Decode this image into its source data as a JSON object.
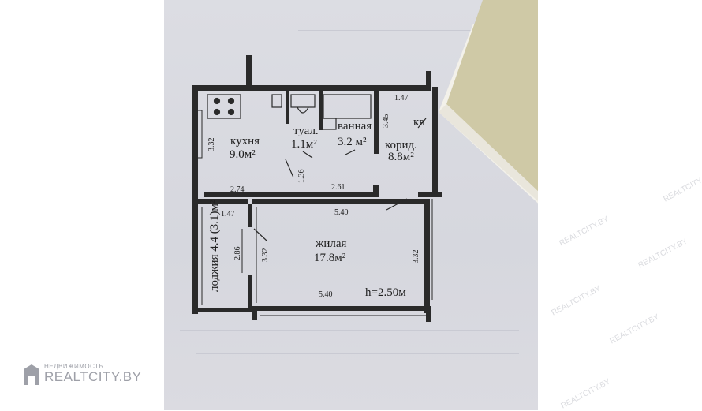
{
  "floor_plan": {
    "rooms": {
      "kitchen": {
        "name": "кухня",
        "area": "9.0м²"
      },
      "toilet": {
        "name": "туал.",
        "area": "1.1м²"
      },
      "bathroom": {
        "name": "ванная",
        "area": "3.2 м²"
      },
      "corridor": {
        "name": "корид.",
        "area": "8.8м²"
      },
      "closet": {
        "name": "кв"
      },
      "living": {
        "name": "жилая",
        "area": "17.8м²"
      },
      "loggia": {
        "label": "лоджия 4.4 (3.1)м²"
      }
    },
    "ceiling_height": "h=2.50м",
    "dimensions": {
      "kitchen_left": "3.32",
      "kitchen_door": "1.36",
      "kitchen_bottom": "2.74",
      "corridor_bottom": "2.61",
      "corridor_top": "1.47",
      "corridor_side": "3.45",
      "loggia_top": "1.47",
      "loggia_depth": "2.86",
      "living_top": "5.40",
      "living_left": "3.32",
      "living_right": "3.32",
      "living_bottom": "5.40"
    }
  },
  "watermark": {
    "small": "НЕДВИЖИМОСТЬ",
    "brand": "REALTCITY.BY",
    "repeat": "REALTCITY.BY"
  },
  "colors": {
    "paper": "#d9dae0",
    "wall": "#2a2a2a",
    "note_card": "#cfc9a6"
  }
}
